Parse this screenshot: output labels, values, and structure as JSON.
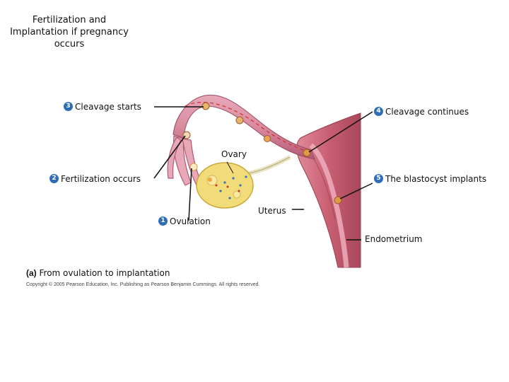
{
  "title": {
    "line1": "Fertilization and",
    "line2": "Implantation if pregnancy",
    "line3": "occurs"
  },
  "steps": [
    {
      "number": "3",
      "label": "Cleavage starts"
    },
    {
      "number": "4",
      "label": "Cleavage continues"
    },
    {
      "number": "2",
      "label": "Fertilization occurs"
    },
    {
      "number": "5",
      "label": "The blastocyst implants"
    },
    {
      "number": "1",
      "label": "Ovulation"
    }
  ],
  "structures": {
    "ovary": "Ovary",
    "uterus": "Uterus",
    "endometrium": "Endometrium"
  },
  "caption": {
    "tag": "(a)",
    "text": "From ovulation to implantation"
  },
  "copyright": "Copyright © 2005 Pearson Education, Inc. Publishing as Pearson Benjamin Cummings. All rights reserved.",
  "colors": {
    "tube": "#d98ba0",
    "tube_dark": "#b35a73",
    "uterus": "#c85f72",
    "ovary": "#f2dc7a",
    "step_badge": "#2f6db5",
    "arrow": "#d52b2b"
  }
}
